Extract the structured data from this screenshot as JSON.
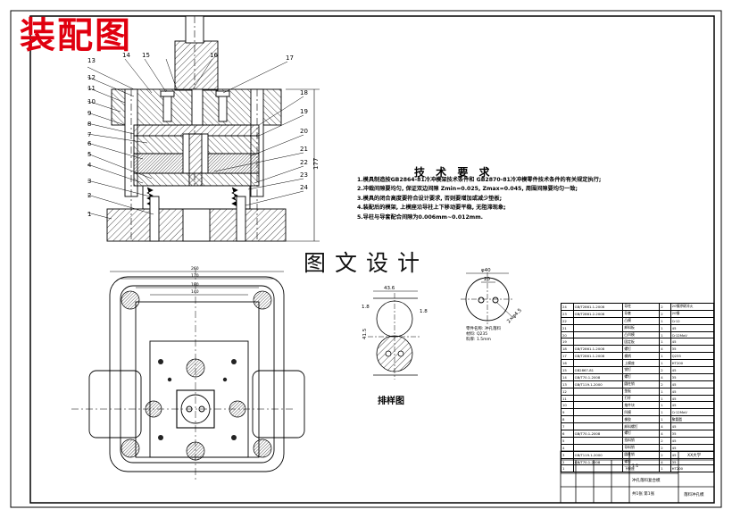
{
  "header": {
    "title": "装配图"
  },
  "assembly_view": {
    "balloons": [
      "1",
      "2",
      "3",
      "4",
      "5",
      "6",
      "7",
      "8",
      "9",
      "10",
      "11",
      "12",
      "13",
      "14",
      "15",
      "16",
      "17",
      "18",
      "19",
      "20",
      "21",
      "22",
      "23",
      "24"
    ],
    "height_dim": "177"
  },
  "tech_requirements": {
    "title": "技 术 要 求",
    "items": [
      "1.模具制造按GB2864-81冷冲模架技术条件和 GB2870-81冷冲模零件技术条件的有关规定执行;",
      "2.冲裁间隙要均匀, 保证双边间隙 Zmin=0.025, Zmax=0.045, 周围间隙要均匀一致;",
      "3.模具的闭合高度要符合设计要求, 否则要增加或减少垫板;",
      "4.装配后的模架, 上模座沿导柱上下移动要平稳, 无阻滞现象;",
      "5.导柱与导套配合间隙为0.006mm~0.012mm."
    ]
  },
  "watermark": "图文设计",
  "strip_layout": {
    "label": "排样图",
    "dims": [
      "43.6",
      "1.8",
      "1.8",
      "41.5"
    ]
  },
  "part_drawing": {
    "dims": [
      "φ40",
      "20",
      "2×φ4.5"
    ],
    "notes": [
      "零件名称: 冲孔落料",
      "材料: Q235",
      "料厚: 1.5mm"
    ]
  },
  "plan_view": {
    "dims": [
      "260",
      "170",
      "180",
      "140"
    ]
  },
  "bom": {
    "rows": [
      [
        "24",
        "GB/T2861.1-2008",
        "导柱",
        "2",
        "20钢渗碳淬火"
      ],
      [
        "23",
        "GB/T2861.2-2008",
        "导套",
        "2",
        "20钢"
      ],
      [
        "22",
        "",
        "凸模",
        "1",
        "Cr12"
      ],
      [
        "21",
        "",
        "卸料板",
        "1",
        "45"
      ],
      [
        "20",
        "",
        "凸凹模",
        "1",
        "Cr12MoV"
      ],
      [
        "19",
        "",
        "固定板",
        "1",
        "45"
      ],
      [
        "18",
        "GB/T2861.1-2008",
        "螺钉",
        "4",
        "35"
      ],
      [
        "17",
        "GB/T2861.1-2008",
        "模柄",
        "1",
        "Q235"
      ],
      [
        "16",
        "",
        "上模座",
        "1",
        "HT200"
      ],
      [
        "15",
        "GB2867-81",
        "销钉",
        "2",
        "45"
      ],
      [
        "14",
        "GB/T70.1-2008",
        "螺钉",
        "4",
        "35"
      ],
      [
        "13",
        "GB/T119.1-2000",
        "圆柱销",
        "2",
        "45"
      ],
      [
        "12",
        "",
        "垫板",
        "1",
        "45"
      ],
      [
        "11",
        "",
        "打杆",
        "1",
        "45"
      ],
      [
        "10",
        "",
        "推件块",
        "1",
        "45"
      ],
      [
        "9",
        "",
        "凹模",
        "1",
        "Cr12MoV"
      ],
      [
        "8",
        "",
        "橡胶",
        "1",
        "聚氨酯"
      ],
      [
        "7",
        "",
        "卸料螺钉",
        "4",
        "45"
      ],
      [
        "6",
        "GB/T70.1-2008",
        "螺钉",
        "4",
        "35"
      ],
      [
        "5",
        "",
        "挡料销",
        "2",
        "45"
      ],
      [
        "4",
        "",
        "导料销",
        "2",
        "45"
      ],
      [
        "3",
        "GB/T119.1-2000",
        "圆柱销",
        "2",
        "45"
      ],
      [
        "2",
        "GB/T70.1-2008",
        "螺钉",
        "4",
        "35"
      ],
      [
        "1",
        "",
        "下模座",
        "1",
        "HT200"
      ]
    ]
  },
  "title_block": {
    "scale": "1:1",
    "company": "XX大学",
    "drawing_name": "冲孔落料复合模",
    "drawing_no": "落料冲孔模",
    "sheet": "共1张 第1张"
  },
  "colors": {
    "title_red": "#e0000f",
    "line": "#000000",
    "hatch": "#333333",
    "paper": "#ffffff"
  }
}
